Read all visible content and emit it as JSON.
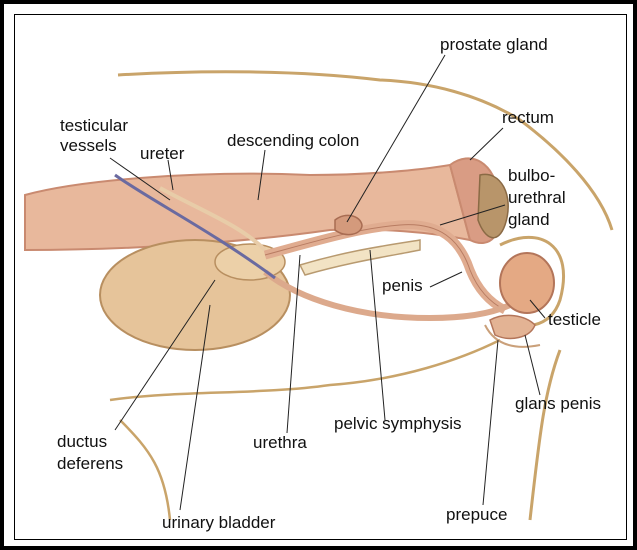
{
  "labels": {
    "prostate_gland": "prostate gland",
    "rectum": "rectum",
    "testicular": "testicular",
    "vessels": "vessels",
    "ureter": "ureter",
    "descending_colon": "descending colon",
    "bulbo": "bulbo-",
    "urethral": "urethral",
    "gland": "gland",
    "penis": "penis",
    "testicle": "testicle",
    "glans_penis": "glans penis",
    "ductus": "ductus",
    "deferens": "deferens",
    "urethra": "urethra",
    "pelvic_symphysis": "pelvic symphysis",
    "urinary_bladder": "urinary bladder",
    "prepuce": "prepuce"
  },
  "colors": {
    "frame": "#000000",
    "flesh": "#e8b89c",
    "flesh_dark": "#c98a70",
    "bladder": "#e6c49a",
    "fur": "#c9a46a",
    "leader": "#222222"
  }
}
